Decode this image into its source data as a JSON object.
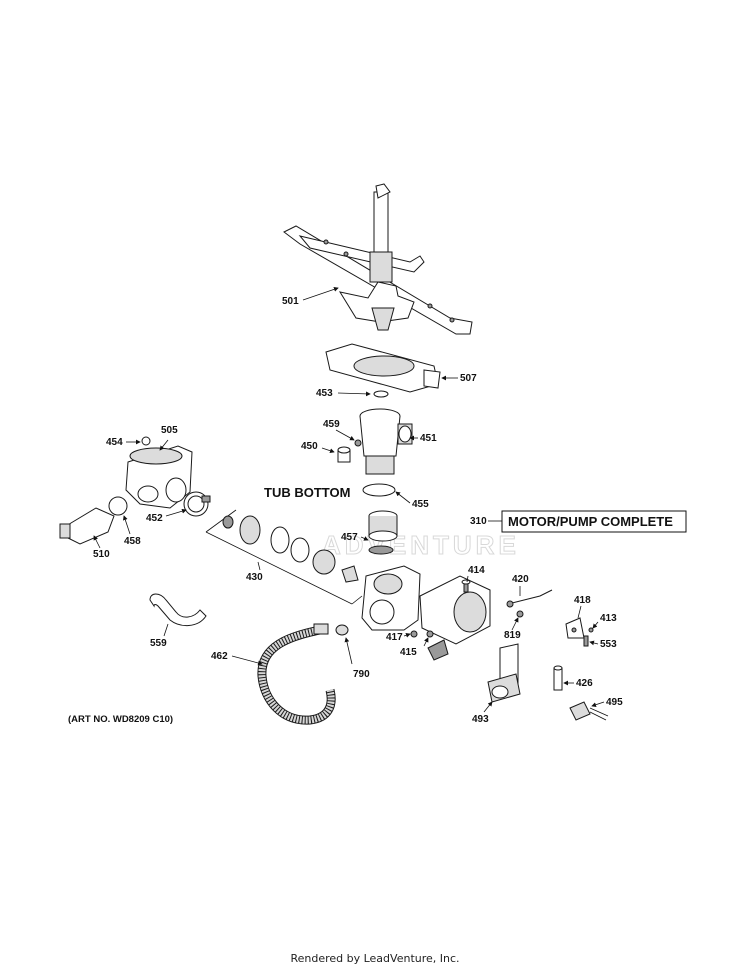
{
  "diagram": {
    "watermark": "ADVENTURE",
    "headings": {
      "tub_bottom": "TUB BOTTOM",
      "motor_pump": "MOTOR/PUMP COMPLETE",
      "motor_pump_number": "310"
    },
    "art_number": "(ART NO. WD8209 C10)",
    "callouts": {
      "c501": "501",
      "c507": "507",
      "c453": "453",
      "c459": "459",
      "c450": "450",
      "c451": "451",
      "c454": "454",
      "c505": "505",
      "c455": "455",
      "c452": "452",
      "c458": "458",
      "c510": "510",
      "c457": "457",
      "c430": "430",
      "c414": "414",
      "c420": "420",
      "c418": "418",
      "c413": "413",
      "c553": "553",
      "c819": "819",
      "c417": "417",
      "c415": "415",
      "c559": "559",
      "c462": "462",
      "c790": "790",
      "c426": "426",
      "c495": "495",
      "c493": "493"
    }
  },
  "footer": {
    "text": "Rendered by LeadVenture, Inc."
  }
}
